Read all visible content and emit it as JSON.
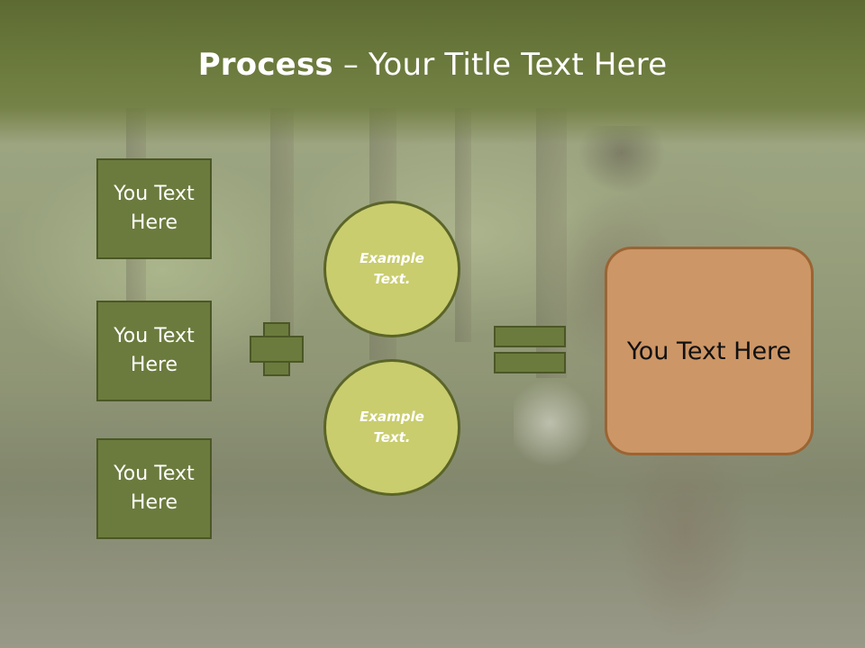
{
  "title": {
    "bold": "Process",
    "rest": " – Your Title Text Here"
  },
  "boxes": [
    {
      "label": "You Text Here"
    },
    {
      "label": "You Text Here"
    },
    {
      "label": "You Text Here"
    }
  ],
  "circles": [
    {
      "label": "Example Text."
    },
    {
      "label": "Example Text."
    }
  ],
  "result": {
    "label": "You Text Here"
  },
  "colors": {
    "header": "#6b7a3c",
    "box_fill": "#6b7b3d",
    "circle_fill": "#c9cd6e",
    "result_fill": "#cd9666"
  },
  "icons": {
    "plus": "plus-icon",
    "equals": "equals-icon"
  }
}
